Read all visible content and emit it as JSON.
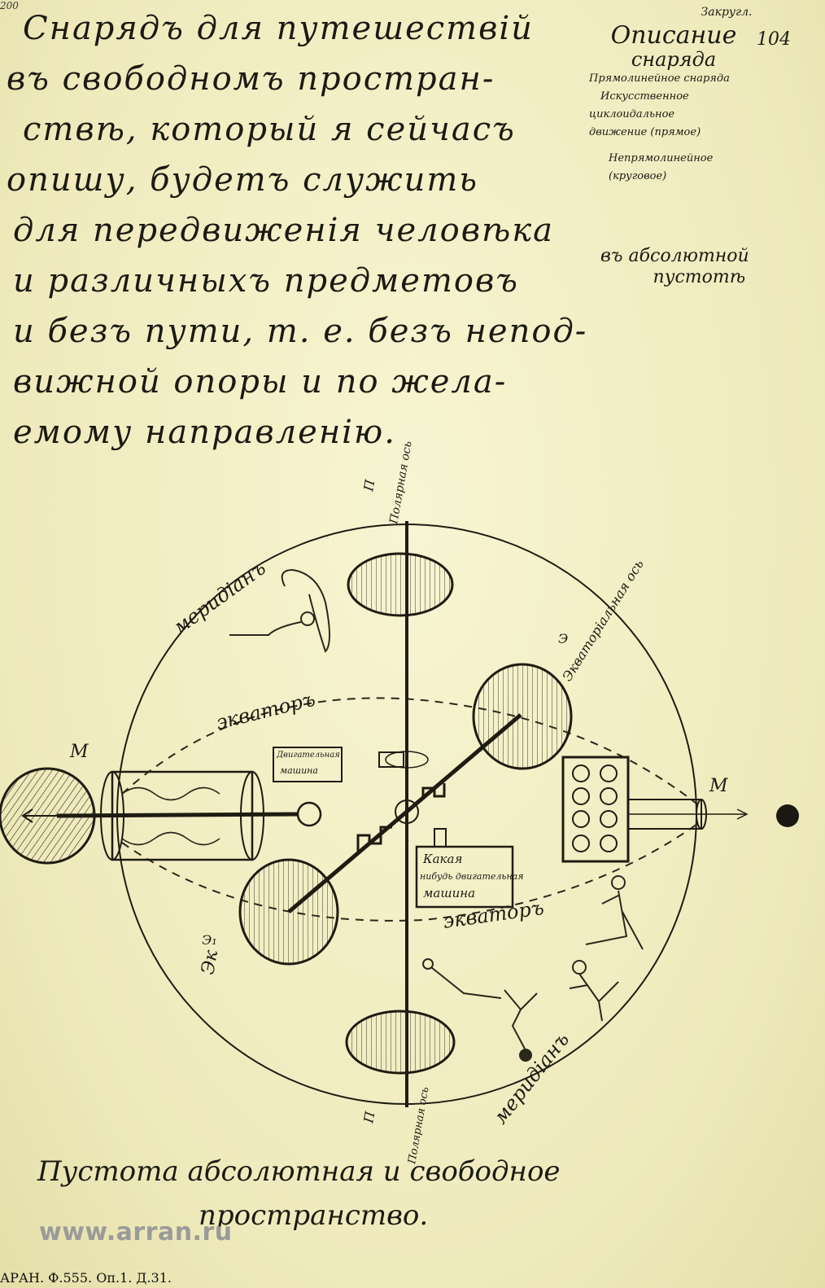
{
  "document": {
    "corner_page_number": "200",
    "page_number": "104",
    "main_text_lines": [
      "Снарядъ для путешествій",
      "въ свободномъ простран-",
      "ствѣ, который я сейчасъ",
      "опишу, будетъ служить",
      "для передвиженія человѣка",
      "и различныхъ предметовъ",
      "и безъ пути, т. е. безъ непод-",
      "вижной опоры и по жела-",
      "емому направленію."
    ],
    "inline_insert": [
      "въ абсолютной",
      "пустотѣ"
    ],
    "margin_notes": {
      "top": "Закругл.",
      "title_1": "Описание",
      "title_2": "снаряда",
      "lines": [
        "Прямолинейное снаряда",
        "Искусственное",
        "циклоидальное",
        "движение (прямое)",
        "Непрямолинейное",
        "(круговое)"
      ]
    },
    "bottom_text": [
      "Пустота абсолютная и свободное",
      "пространство."
    ]
  },
  "diagram": {
    "labels": {
      "meridian_top": "меридіанъ",
      "meridian_bottom": "меридіанъ",
      "equator_1": "экваторъ",
      "equator_2": "экваторъ",
      "equatorial_axis": "Экваторіальная ось",
      "polar_axis_top": "Полярная ось",
      "polar_axis_bottom": "Полярная ось",
      "point_m_left": "М",
      "point_m_right": "М",
      "point_p_top": "П",
      "point_p_bottom": "П",
      "point_e": "Э",
      "point_e1": "Э₁",
      "engine_small": "Двигательная машина",
      "engine_large_1": "Какая",
      "engine_large_2": "нибудь двигательная",
      "engine_large_3": "машина",
      "eq_label_small": "Эк"
    }
  },
  "watermark": "www.arran.ru",
  "archive_ref": "АРАН. Ф.555. Оп.1. Д.31."
}
